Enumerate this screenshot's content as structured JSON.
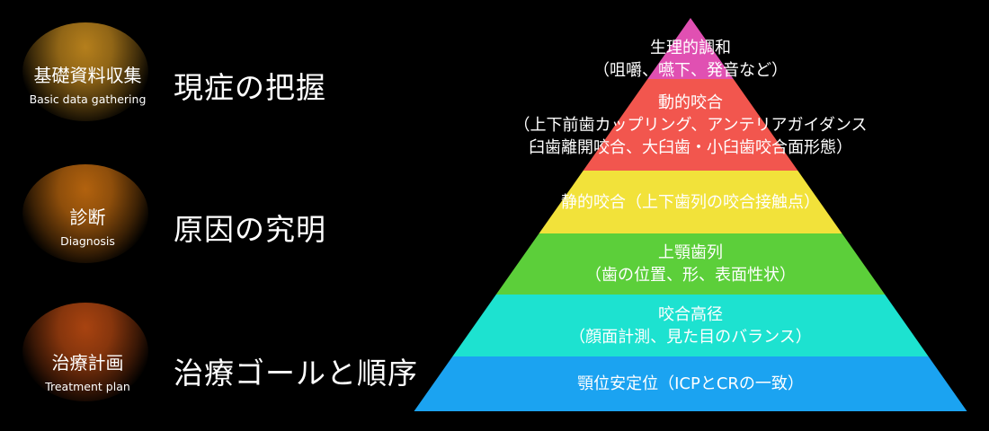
{
  "steps": [
    {
      "jp": "基礎資料収集",
      "en": "Basic data gathering",
      "goal": "現症の把握",
      "color": "#b57f1c"
    },
    {
      "jp": "診断",
      "en": "Diagnosis",
      "goal": "原因の究明",
      "color": "#b2620e"
    },
    {
      "jp": "治療計画",
      "en": "Treatment plan",
      "goal": "治療ゴールと順序",
      "color": "#a84310"
    }
  ],
  "pyramid": [
    {
      "lines": [
        "生理的調和",
        "（咀嚼、嚥下、発音など）"
      ],
      "color": "#e050b2"
    },
    {
      "lines": [
        "動的咬合",
        "（上下前歯カップリング、アンテリアガイダンス",
        "臼歯離開咬合、大臼歯・小臼歯咬合面形態）"
      ],
      "color": "#f2564e"
    },
    {
      "lines": [
        "静的咬合（上下歯列の咬合接触点）"
      ],
      "color": "#f2e23a"
    },
    {
      "lines": [
        "上顎歯列",
        "（歯の位置、形、表面性状）"
      ],
      "color": "#5ccf3a"
    },
    {
      "lines": [
        "咬合高径",
        "（顔面計測、見た目のバランス）"
      ],
      "color": "#1de2d0"
    },
    {
      "lines": [
        "顎位安定位（ICPとCRの一致）"
      ],
      "color": "#1ba3f1"
    }
  ]
}
